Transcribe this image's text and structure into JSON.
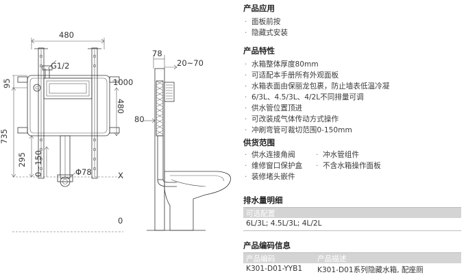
{
  "drawing": {
    "dims": {
      "w480": "480",
      "g12": "G1/2",
      "d95": "95",
      "d735": "735",
      "d295": "295",
      "d0150": "0~150",
      "phi78": "Φ78",
      "d1000": "1000",
      "d480v": "480",
      "d78": "78",
      "d2070": "20~70",
      "d80": "80",
      "x": "X",
      "zero": "0"
    }
  },
  "application": {
    "title": "产品应用",
    "items": [
      "面板前按",
      "隐藏式安装"
    ]
  },
  "features": {
    "title": "产品特性",
    "items": [
      "水箱整体厚度80mm",
      "可适配本手册所有外观面板",
      "水箱表面由保丽龙包裹，防止墙表低温冷凝",
      "6/3L、4.5/3L、4/2L不同排量可调",
      "供水管位置顶进",
      "可改装成气体传动方式操作",
      "冲刷弯管可裁切范围0-150mm"
    ]
  },
  "supply": {
    "title": "供货范围",
    "left": [
      "供水连接角阀",
      "维修窗口保护盒",
      "装修堵头嵌件"
    ],
    "right": [
      "冲水管组件",
      "不含水箱操作面板"
    ]
  },
  "flush": {
    "title": "排水量明细",
    "header": "可选配置",
    "value": "6L/3L; 4.5L/3L; 4L/2L"
  },
  "code": {
    "title": "产品编码信息",
    "headers": [
      "产品编码",
      "产品描述"
    ],
    "row": [
      "K301-D01-YYB1",
      "K301-D01系列隐藏水箱, 配座厕"
    ]
  }
}
